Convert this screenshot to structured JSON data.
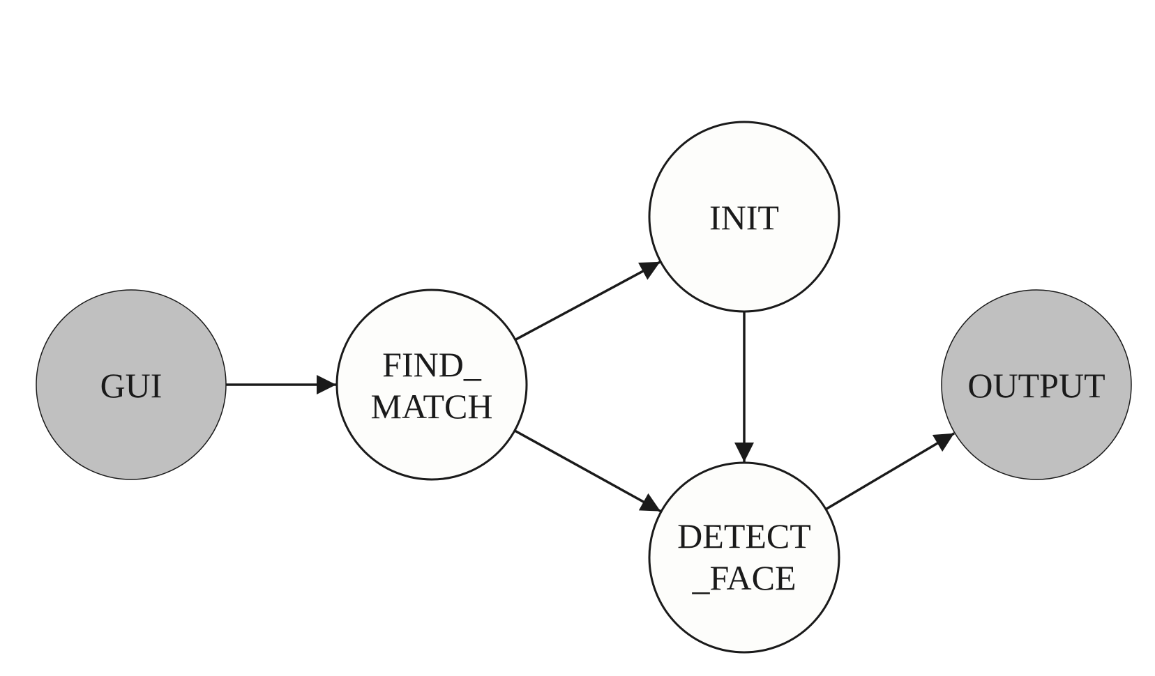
{
  "colors": {
    "terminal_fill": "#c0c0c0",
    "process_fill": "#fdfdfb",
    "stroke": "#1a1a1a"
  },
  "nodes": [
    {
      "id": "gui",
      "lines": [
        "GUI"
      ],
      "kind": "terminal"
    },
    {
      "id": "find_match",
      "lines": [
        "FIND_",
        "MATCH"
      ],
      "kind": "process"
    },
    {
      "id": "init",
      "lines": [
        "INIT"
      ],
      "kind": "process"
    },
    {
      "id": "detect_face",
      "lines": [
        "DETECT",
        "_FACE"
      ],
      "kind": "process"
    },
    {
      "id": "output",
      "lines": [
        "OUTPUT"
      ],
      "kind": "terminal"
    }
  ],
  "edges": [
    {
      "from": "gui",
      "to": "find_match"
    },
    {
      "from": "find_match",
      "to": "init"
    },
    {
      "from": "find_match",
      "to": "detect_face"
    },
    {
      "from": "init",
      "to": "detect_face"
    },
    {
      "from": "detect_face",
      "to": "output"
    }
  ]
}
